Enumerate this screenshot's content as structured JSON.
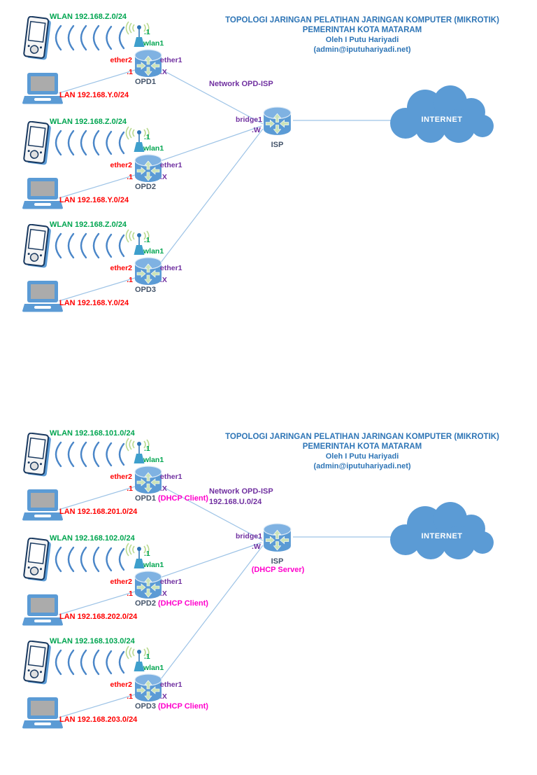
{
  "title": {
    "line1": "TOPOLOGI JARINGAN PELATIHAN JARINGAN KOMPUTER (MIKROTIK)",
    "line2": "PEMERINTAH KOTA MATARAM",
    "line3": "Oleh I Putu Hariyadi",
    "line4": "(admin@iputuhariyadi.net)"
  },
  "ports": {
    "wlan_if": "wlan1",
    "wlan_ip": ".1",
    "ether2": "ether2",
    "ether2_ip": ".1",
    "ether1": "ether1",
    "ether1_ip": ".X",
    "bridge": "bridge1",
    "bridge_ip": ".W"
  },
  "colors": {
    "node_blue": "#5B9BD5",
    "title_blue": "#2E75B6",
    "wlan_green": "#00A550",
    "lan_red": "#FF0000",
    "port_purple": "#7030A0",
    "dhcp_magenta": "#FF00CC",
    "label_dark": "#44546A",
    "link_line": "#9DC3E6"
  },
  "diagram_top": {
    "network_label": "Network OPD-ISP",
    "network_subnet": "",
    "internet": "INTERNET",
    "isp": {
      "name": "ISP",
      "role": ""
    },
    "opds": [
      {
        "name": "OPD1",
        "role": "",
        "wlan": "WLAN 192.168.Z.0/24",
        "lan": "LAN 192.168.Y.0/24"
      },
      {
        "name": "OPD2",
        "role": "",
        "wlan": "WLAN 192.168.Z.0/24",
        "lan": "LAN 192.168.Y.0/24"
      },
      {
        "name": "OPD3",
        "role": "",
        "wlan": "WLAN 192.168.Z.0/24",
        "lan": "LAN 192.168.Y.0/24"
      }
    ]
  },
  "diagram_bottom": {
    "network_label": "Network OPD-ISP",
    "network_subnet": "192.168.U.0/24",
    "internet": "INTERNET",
    "isp": {
      "name": "ISP",
      "role": "(DHCP Server)"
    },
    "opds": [
      {
        "name": "OPD1",
        "role": "(DHCP Client)",
        "wlan": "WLAN 192.168.101.0/24",
        "lan": "LAN 192.168.201.0/24"
      },
      {
        "name": "OPD2",
        "role": "(DHCP Client)",
        "wlan": "WLAN 192.168.102.0/24",
        "lan": "LAN 192.168.202.0/24"
      },
      {
        "name": "OPD3",
        "role": "(DHCP Client)",
        "wlan": "WLAN 192.168.103.0/24",
        "lan": "LAN 192.168.203.0/24"
      }
    ]
  }
}
